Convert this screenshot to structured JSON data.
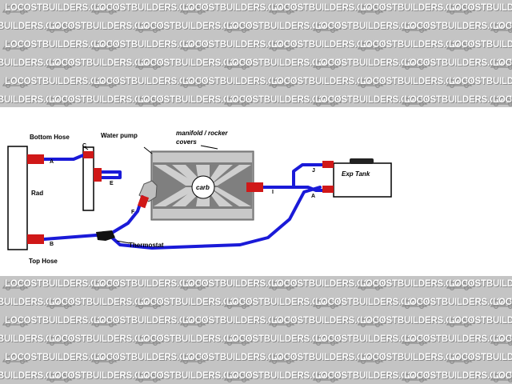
{
  "watermark": {
    "text": "LOCOSTBUILDERS.CO.UK"
  },
  "labels": {
    "bottom_hose": "Bottom Hose",
    "water_pump": "Water pump",
    "manifold_line1": "manifold / rocker",
    "manifold_line2": "covers",
    "rad": "Rad",
    "carb": "carb",
    "thermostat": "Thermostat",
    "top_hose": "Top Hose",
    "exp_tank": "Exp Tank"
  },
  "points": {
    "A_left": "A",
    "B": "B",
    "C": "C",
    "E": "E",
    "F": "F",
    "J": "J",
    "A_right": "A",
    "I": "I"
  },
  "colors": {
    "hose": "#1a1ad8",
    "fitting": "#d01818",
    "engine_fill": "#b8b8b8",
    "engine_dark": "#6a6a6a",
    "background": "#ffffff",
    "watermark_band": "#c4c4c4"
  }
}
